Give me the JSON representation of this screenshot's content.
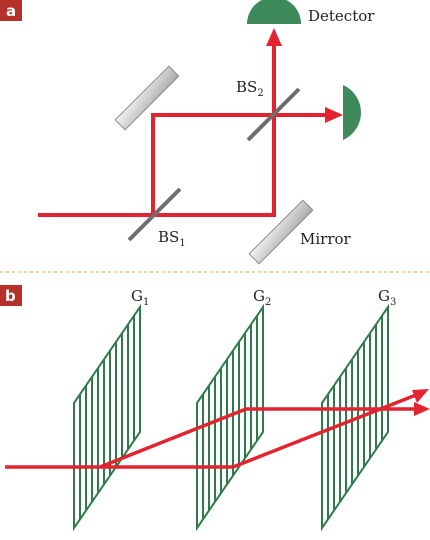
{
  "panel_a": {
    "tag": "a",
    "detector_label": "Detector",
    "bs1_label": "BS",
    "bs1_sub": "1",
    "bs2_label": "BS",
    "bs2_sub": "2",
    "mirror_label": "Mirror"
  },
  "panel_b": {
    "tag": "b",
    "gratings": [
      {
        "label": "G",
        "sub": "1"
      },
      {
        "label": "G",
        "sub": "2"
      },
      {
        "label": "G",
        "sub": "3"
      }
    ]
  },
  "colors": {
    "beam": "#e32430",
    "detector": "#3d8a5a",
    "grating": "#2f7a4a",
    "tag_bg": "#b5312a",
    "mirror_fill": "#d4d4d4",
    "splitter": "#6e6e6e",
    "divider": "#f0b070"
  }
}
